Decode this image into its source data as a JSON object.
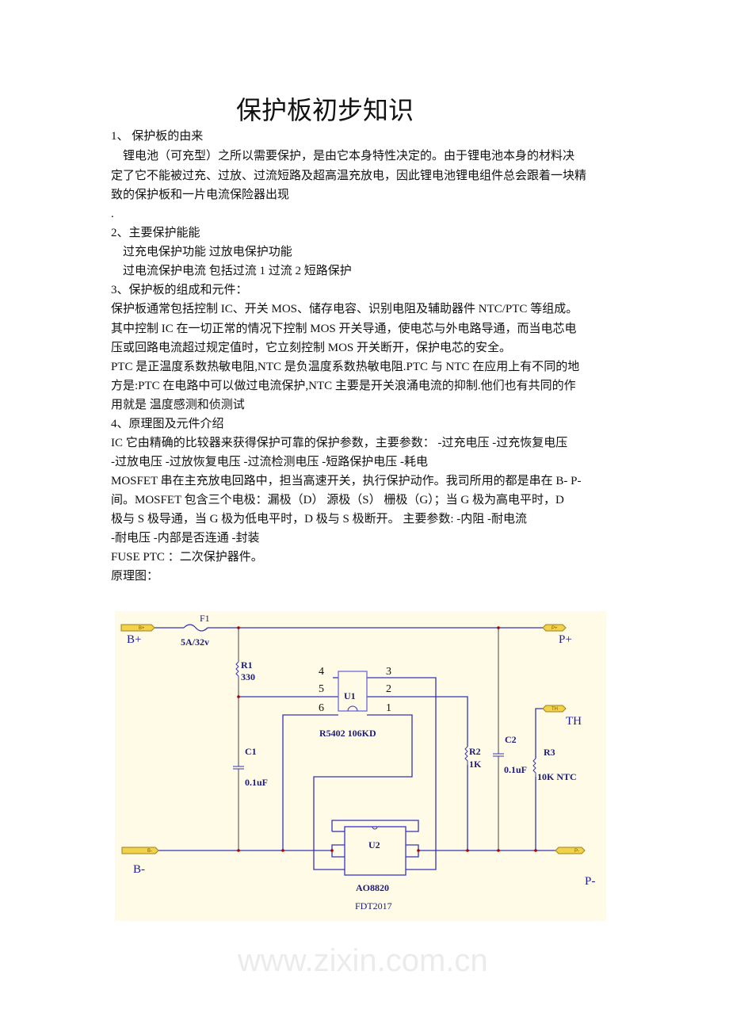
{
  "title": "保护板初步知识",
  "lines": [
    "1、 保护板的由来",
    "　锂电池（可充型）之所以需要保护，是由它本身特性决定的。由于锂电池本身的材料决",
    "定了它不能被过充、过放、过流短路及超高温充放电，因此锂电池锂电组件总会跟着一块精",
    "致的保护板和一片电流保险器出现",
    " .",
    "2、主要保护能能",
    "　过充电保护功能 过放电保护功能",
    "　过电流保护电流  包括过流 1   过流 2 短路保护",
    "3、保护板的组成和元件：",
    "  保护板通常包括控制 IC、开关 MOS、储存电容、识别电阻及辅助器件 NTC/PTC 等组成。",
    "其中控制 IC 在一切正常的情况下控制 MOS 开关导通，使电芯与外电路导通，而当电芯电",
    "压或回路电流超过规定值时，它立刻控制 MOS 开关断开，保护电芯的安全。",
    "PTC 是正温度系数热敏电阻,NTC 是负温度系数热敏电阻.PTC 与 NTC 在应用上有不同的地",
    "方是:PTC 在电路中可以做过电流保护,NTC 主要是开关浪涌电流的抑制.他们也有共同的作",
    "用就是 温度感测和侦测试",
    "4、原理图及元件介绍",
    "   IC 它由精确的比较器来获得保护可靠的保护参数，主要参数： -过充电压 -过充恢复电压",
    " -过放电压 -过放恢复电压 -过流检测电压 -短路保护电压 -耗电",
    "MOSFET  串在主充放电回路中，担当高速开关，执行保护动作。我司所用的都是串在 B-  P-",
    "间。MOSFET 包含三个电极：漏极（D）  源极（S）  栅极（G）；当 G 极为高电平时，D",
    "极与 S 极导通，当 G 极为低电平时，D 极与 S 极断开。 主要参数: -内阻 -耐电流",
    "-耐电压 -内部是否连通 -封装",
    "FUSE  PTC ：二次保护器件。",
    "原理图："
  ],
  "watermark": "www.zixin.com.cn",
  "schematic": {
    "background": "#fffbe6",
    "wire_color": "#3434b4",
    "terminals": {
      "bplus": "B+",
      "pplus": "P+",
      "bminus": "B-",
      "pminus": "P-",
      "th": "TH",
      "bplus_tag": "B+",
      "pplus_tag": "P+",
      "bminus_tag": "B-",
      "pminus_tag": "P-",
      "th_tag": "TH"
    },
    "f1": {
      "ref": "F1",
      "value": "5A/32v"
    },
    "r1": {
      "ref": "R1",
      "value": "330"
    },
    "r2": {
      "ref": "R2",
      "value": "1K"
    },
    "r3": {
      "ref": "R3",
      "value": "10K NTC"
    },
    "c1": {
      "ref": "C1",
      "value": "0.1uF"
    },
    "c2": {
      "ref": "C2",
      "value": "0.1uF"
    },
    "u1": {
      "ref": "U1",
      "part": "R5402 106KD",
      "pins": [
        "4",
        "5",
        "6",
        "3",
        "2",
        "1"
      ]
    },
    "u2": {
      "ref": "U2",
      "part": "AO8820",
      "part2": "FDT2017"
    }
  }
}
